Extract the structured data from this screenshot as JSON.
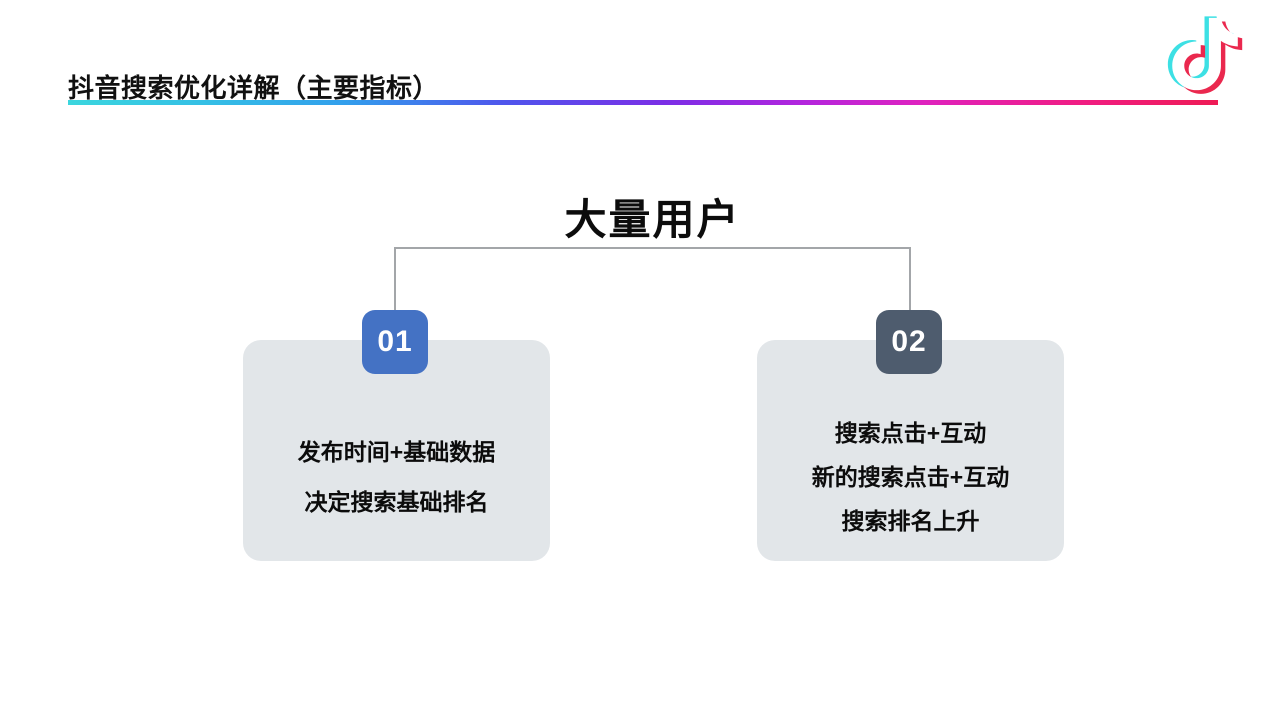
{
  "slide": {
    "title": "抖音搜索优化详解（主要指标）",
    "root_label": "大量用户",
    "colors": {
      "badge1": "#4472c4",
      "badge2": "#4e5c6e",
      "card_bg": "#e2e6e9",
      "line": "#a3a6a9",
      "gradient_start": "#3bd6de",
      "gradient_mid": "#7b2ee6",
      "gradient_end": "#ee1b55",
      "logo_cyan": "#3de0e4",
      "logo_red": "#ea284e"
    },
    "logo_icon": "tiktok-note-icon",
    "nodes": [
      {
        "badge": "01",
        "lines": [
          "发布时间+基础数据",
          "决定搜索基础排名"
        ]
      },
      {
        "badge": "02",
        "lines": [
          "搜索点击+互动",
          "新的搜索点击+互动",
          "搜索排名上升"
        ]
      }
    ]
  }
}
